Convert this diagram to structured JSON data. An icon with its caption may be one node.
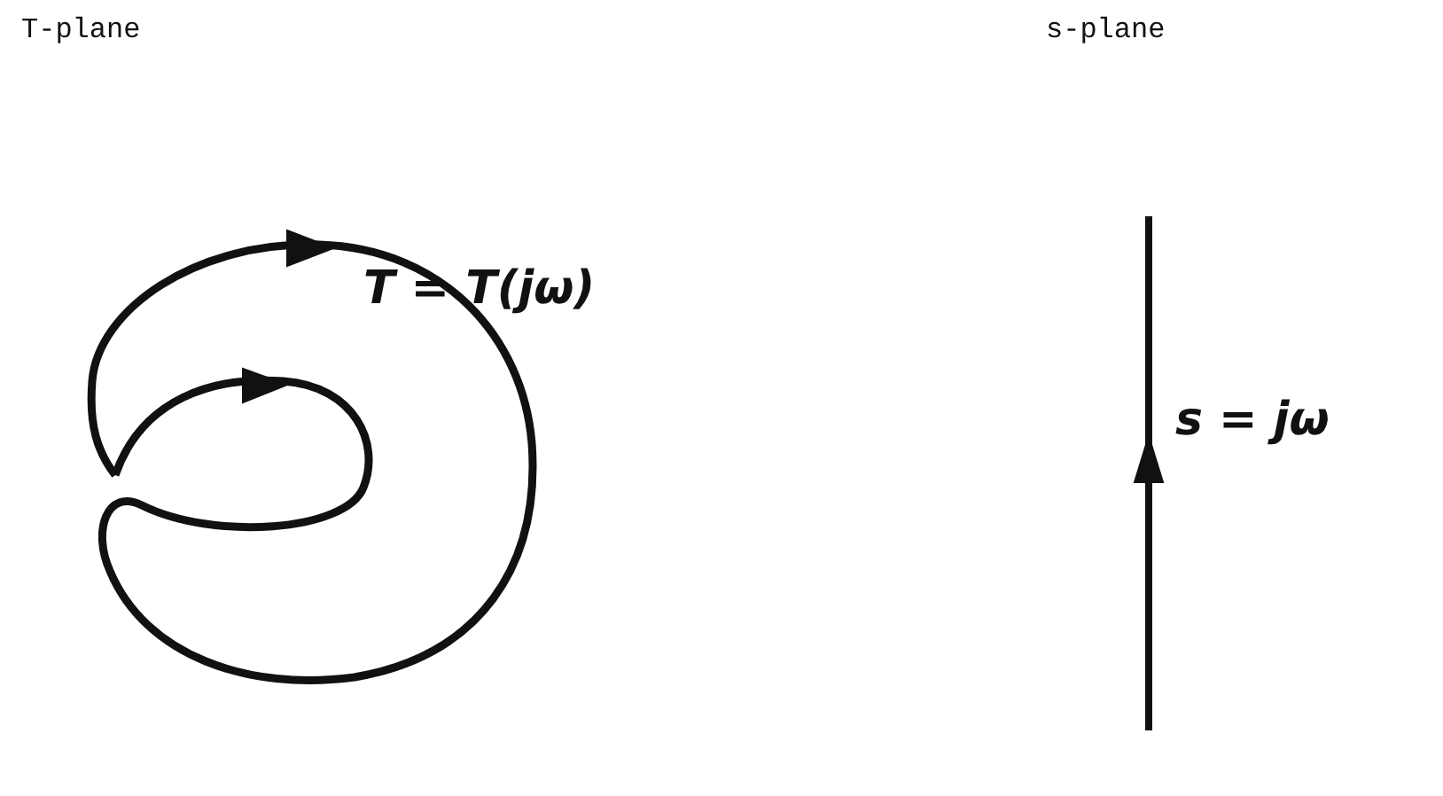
{
  "diagram": {
    "labels": [
      "T-plane",
      "s-plane",
      "T = T(jω)",
      "s = jω"
    ]
  }
}
